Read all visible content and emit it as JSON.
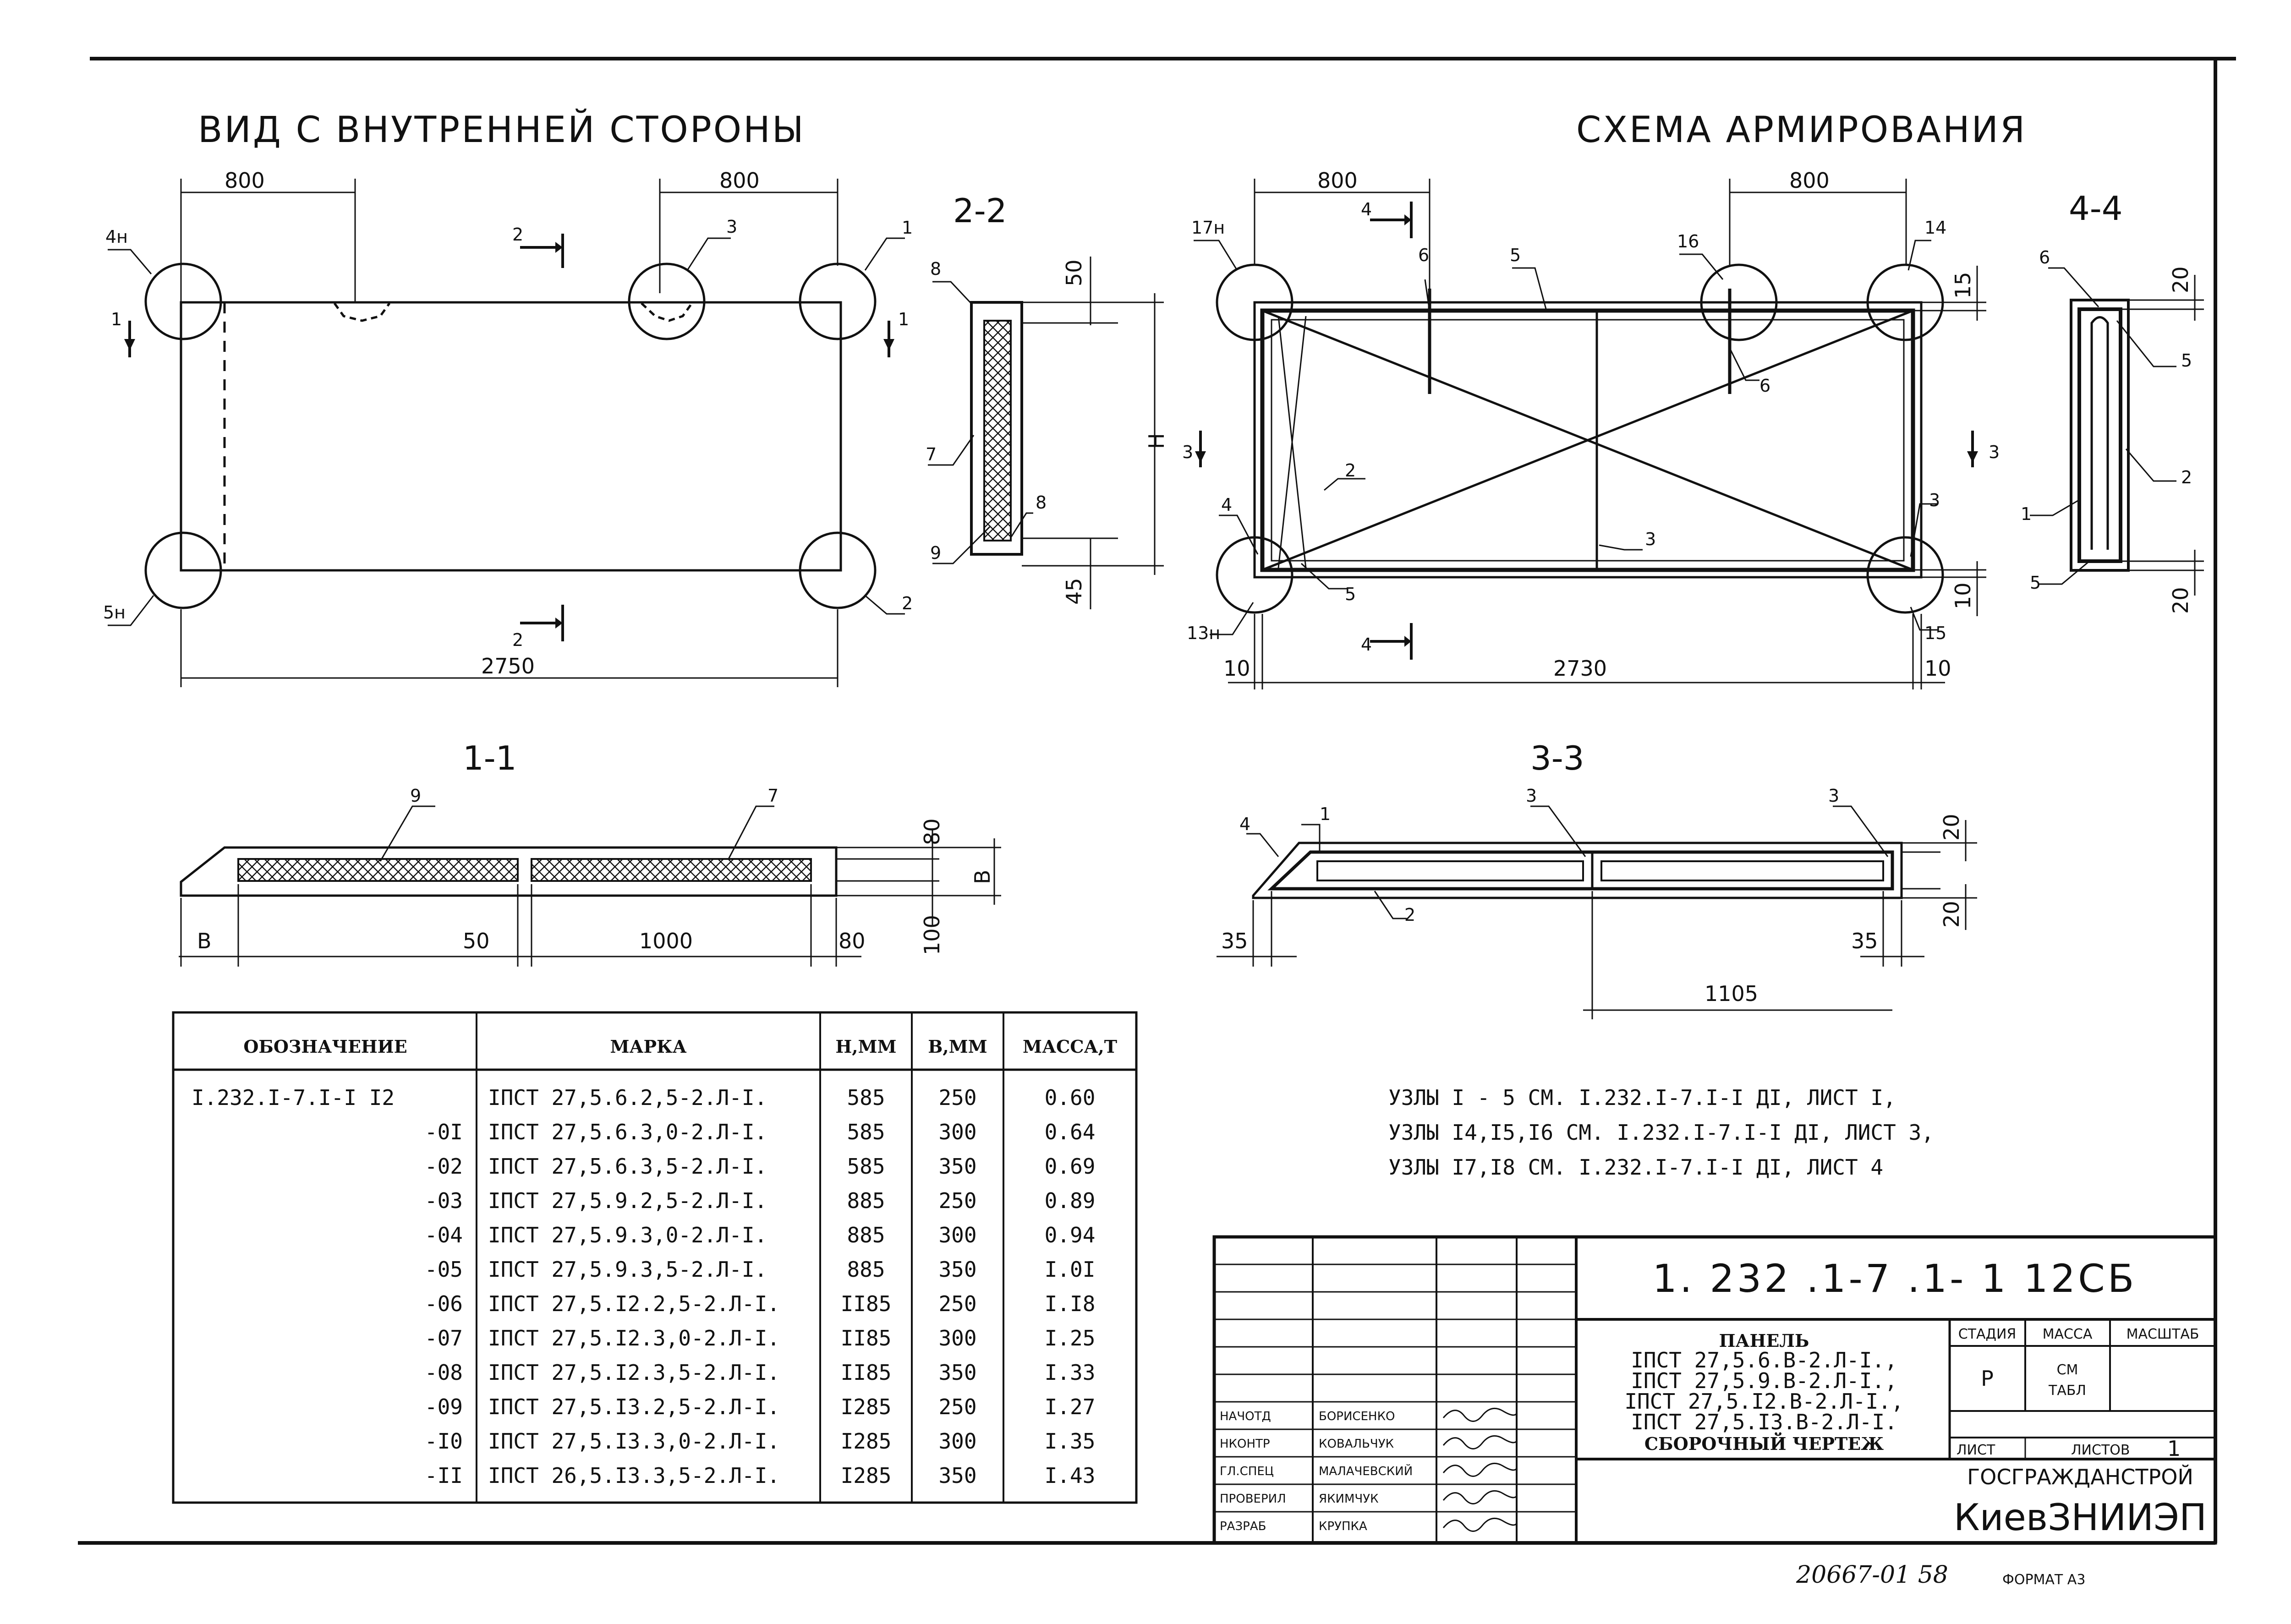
{
  "titles": {
    "left": "ВИД С ВНУТРЕННЕЙ СТОРОНЫ",
    "right": "СХЕМА АРМИРОВАНИЯ"
  },
  "sections": {
    "s22": "2-2",
    "s44": "4-4",
    "s11": "1-1",
    "s33": "3-3"
  },
  "view": {
    "dim_top_left": "800",
    "dim_top_right": "800",
    "dim_bottom": "2750",
    "nodes": [
      "4н",
      "3",
      "1",
      "5н",
      "2"
    ],
    "cut_marks": [
      "2",
      "1",
      "1",
      "2"
    ]
  },
  "section22": {
    "dim_top": "50",
    "dim_h": "Н",
    "dim_bottom": "45",
    "labels": [
      "8",
      "7",
      "8",
      "9"
    ]
  },
  "rebar": {
    "dim_top_left": "800",
    "dim_top_right": "800",
    "dim_bottom": "2730",
    "dim_left": "10",
    "dim_right": "10",
    "dim_right_top": "15",
    "dim_right_bottom": "10",
    "labels": [
      "17н",
      "6",
      "5",
      "16",
      "14",
      "6",
      "3",
      "4",
      "2",
      "3",
      "3",
      "3",
      "4",
      "5",
      "4",
      "13н",
      "15"
    ]
  },
  "section44": {
    "dim_top": "20",
    "dim_bottom": "20",
    "labels": [
      "6",
      "5",
      "2",
      "1",
      "5"
    ]
  },
  "section11": {
    "labels": [
      "9",
      "7"
    ],
    "dims": [
      "В",
      "50",
      "1000",
      "80",
      "80",
      "В",
      "100"
    ]
  },
  "section33": {
    "labels": [
      "1",
      "3",
      "3",
      "4",
      "2"
    ],
    "dims": [
      "35",
      "35",
      "1105",
      "20",
      "20"
    ]
  },
  "table": {
    "headers": [
      "ОБОЗНАЧЕНИЕ",
      "МАРКА",
      "Н,ММ",
      "В,ММ",
      "МАССА,Т"
    ],
    "rows": [
      [
        "I.232.I-7.I-I I2",
        "IПСТ 27,5.6.2,5-2.Л-I.",
        "585",
        "250",
        "0.60"
      ],
      [
        "-0I",
        "IПСТ 27,5.6.3,0-2.Л-I.",
        "585",
        "300",
        "0.64"
      ],
      [
        "-02",
        "IПСТ 27,5.6.3,5-2.Л-I.",
        "585",
        "350",
        "0.69"
      ],
      [
        "-03",
        "IПСТ 27,5.9.2,5-2.Л-I.",
        "885",
        "250",
        "0.89"
      ],
      [
        "-04",
        "IПСТ 27,5.9.3,0-2.Л-I.",
        "885",
        "300",
        "0.94"
      ],
      [
        "-05",
        "IПСТ 27,5.9.3,5-2.Л-I.",
        "885",
        "350",
        "I.0I"
      ],
      [
        "-06",
        "IПСТ 27,5.I2.2,5-2.Л-I.",
        "II85",
        "250",
        "I.I8"
      ],
      [
        "-07",
        "IПСТ 27,5.I2.3,0-2.Л-I.",
        "II85",
        "300",
        "I.25"
      ],
      [
        "-08",
        "IПСТ 27,5.I2.3,5-2.Л-I.",
        "II85",
        "350",
        "I.33"
      ],
      [
        "-09",
        "IПСТ 27,5.I3.2,5-2.Л-I.",
        "I285",
        "250",
        "I.27"
      ],
      [
        "-I0",
        "IПСТ 27,5.I3.3,0-2.Л-I.",
        "I285",
        "300",
        "I.35"
      ],
      [
        "-II",
        "IПСТ 26,5.I3.3,5-2.Л-I.",
        "I285",
        "350",
        "I.43"
      ]
    ]
  },
  "notes": [
    "УЗЛЫ  I - 5  СМ. I.232.I-7.I-I ДI, ЛИСТ I,",
    "УЗЛЫ  I4,I5,I6  СМ. I.232.I-7.I-I ДI, ЛИСТ 3,",
    "УЗЛЫ  I7,I8  СМ. I.232.I-7.I-I ДI, ЛИСТ 4"
  ],
  "title_block": {
    "doc_code": "1. 232 .1-7 .1- 1  12СБ",
    "product_title": "ПАНЕЛЬ",
    "product_lines": [
      "IПСТ 27,5.6.В-2.Л-I.,",
      "IПСТ 27,5.9.В-2.Л-I.,",
      "IПСТ 27,5.I2.В-2.Л-I.,",
      "IПСТ 27,5.I3.В-2.Л-I."
    ],
    "drawing_type": "СБОРОЧНЫЙ ЧЕРТЕЖ",
    "stage_header": "СТАДИЯ",
    "mass_header": "МАССА",
    "scale_header": "МАСШТАБ",
    "stage_value": "Р",
    "mass_value_1": "СМ",
    "mass_value_2": "ТАБЛ",
    "sheet_label": "ЛИСТ",
    "sheets_label": "ЛИСТОВ",
    "sheets_value": "1",
    "org_1": "ГОСГРАЖДАНСТРОЙ",
    "org_2": "КиевЗНИИЭП",
    "roles": [
      {
        "role": "НАЧОТД",
        "name": "БОРИСЕНКО"
      },
      {
        "role": "НКОНТР",
        "name": "КОВАЛЬЧУК"
      },
      {
        "role": "ГЛ.СПЕЦ",
        "name": "МАЛАЧЕВСКИЙ"
      },
      {
        "role": "ПРОВЕРИЛ",
        "name": "ЯКИМЧУК"
      },
      {
        "role": "РАЗРАБ",
        "name": "КРУПКА"
      }
    ]
  },
  "footer": {
    "inventory": "20667-01 58",
    "format": "ФОРМАТ А3"
  }
}
